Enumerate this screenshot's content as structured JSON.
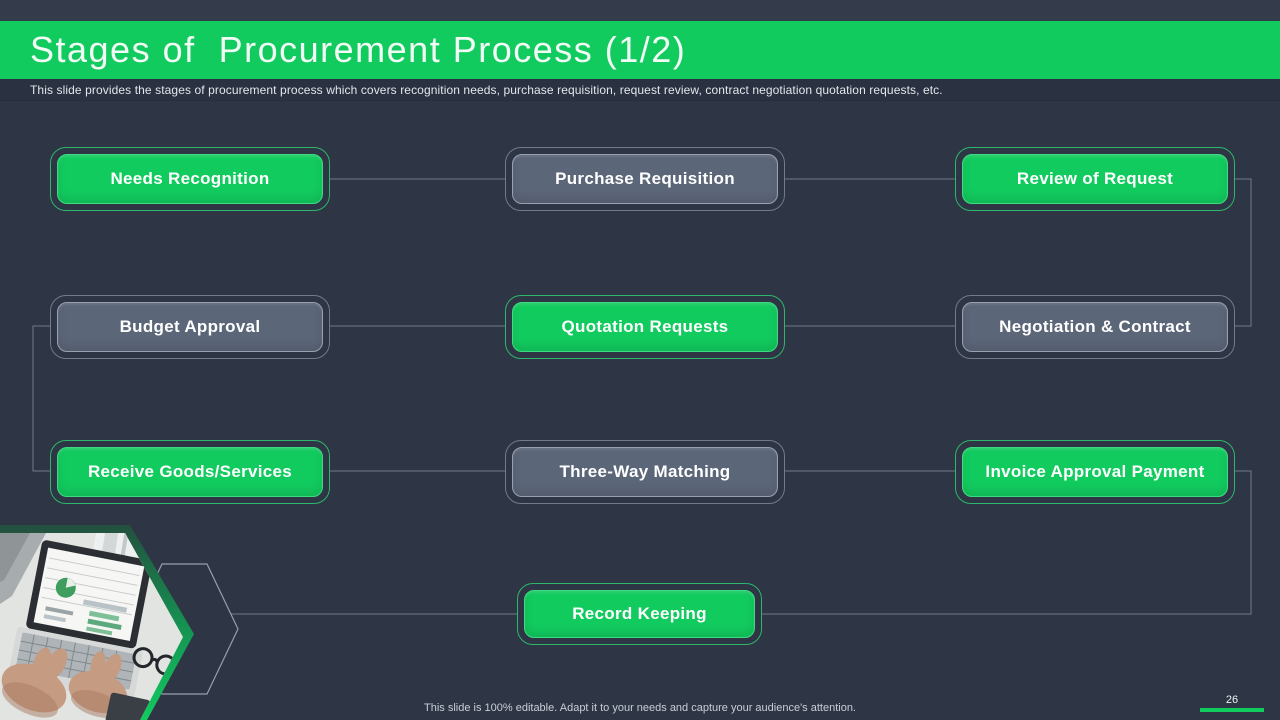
{
  "slide": {
    "title": "Stages of  Procurement Process (1/2)",
    "subtitle": "This slide provides the stages of procurement process which covers recognition needs, purchase requisition, request review, contract negotiation quotation requests, etc.",
    "footer": "This slide is 100% editable.  Adapt it to your needs and capture your audience's attention.",
    "page_number": "26"
  },
  "flow": {
    "type": "serpentine-flowchart",
    "boxes": [
      {
        "label": "Needs Recognition",
        "variant": "green",
        "row": 1,
        "col": 1
      },
      {
        "label": "Purchase Requisition",
        "variant": "gray",
        "row": 1,
        "col": 2
      },
      {
        "label": "Review of Request",
        "variant": "green",
        "row": 1,
        "col": 3
      },
      {
        "label": "Budget Approval",
        "variant": "gray",
        "row": 2,
        "col": 1
      },
      {
        "label": "Quotation Requests",
        "variant": "green",
        "row": 2,
        "col": 2
      },
      {
        "label": "Negotiation & Contract",
        "variant": "gray",
        "row": 2,
        "col": 3
      },
      {
        "label": "Receive Goods/Services",
        "variant": "green",
        "row": 3,
        "col": 1
      },
      {
        "label": "Three-Way Matching",
        "variant": "gray",
        "row": 3,
        "col": 2
      },
      {
        "label": "Invoice Approval Payment",
        "variant": "green",
        "row": 3,
        "col": 3
      },
      {
        "label": "Record Keeping",
        "variant": "green",
        "row": 4,
        "col": 2
      }
    ],
    "connections": [
      "Needs Recognition → Purchase Requisition",
      "Purchase Requisition → Review of Request",
      "Review of Request → Negotiation & Contract",
      "Negotiation & Contract → Quotation Requests",
      "Quotation Requests → Budget Approval",
      "Budget Approval → Receive Goods/Services",
      "Receive Goods/Services → Three-Way Matching",
      "Three-Way Matching → Invoice Approval Payment",
      "Invoice Approval Payment → Record Keeping"
    ]
  },
  "colors": {
    "accent_green": "#12cb5f",
    "box_gray": "#5c6679",
    "background": "#2e3544",
    "titlebar_green": "#12cb5f",
    "connector_line": "#8b93a4"
  },
  "decor": {
    "photo": "hands-typing-on-laptop-photo",
    "photo_shape": "arrow-clipped-bottom-left",
    "outline_shape": "hexagon-chevron-outline"
  }
}
